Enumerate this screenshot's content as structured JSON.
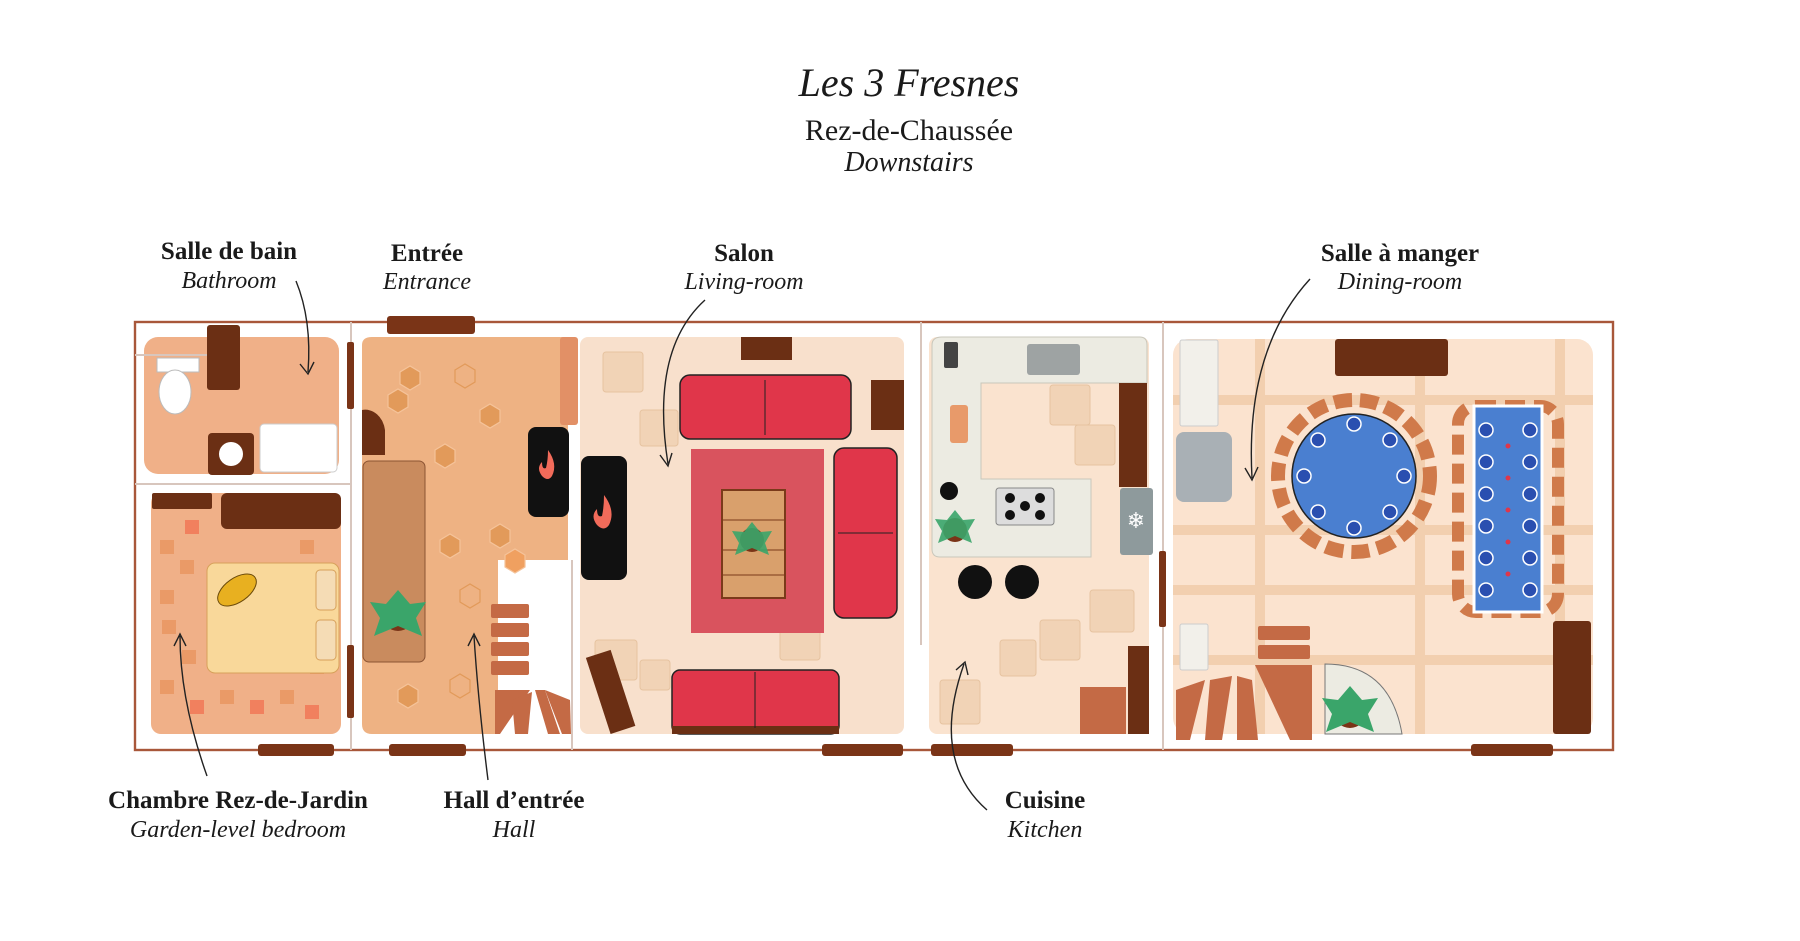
{
  "header": {
    "title": "Les 3 Fresnes",
    "floor_fr": "Rez-de-Chaussée",
    "floor_en": "Downstairs"
  },
  "rooms": {
    "bathroom": {
      "fr": "Salle de bain",
      "en": "Bathroom"
    },
    "entrance": {
      "fr": "Entrée",
      "en": "Entrance"
    },
    "living": {
      "fr": "Salon",
      "en": "Living-room"
    },
    "dining": {
      "fr": "Salle à manger",
      "en": "Dining-room"
    },
    "bedroom": {
      "fr": "Chambre Rez-de-Jardin",
      "en": "Garden-level bedroom"
    },
    "hall": {
      "fr": "Hall d’entrée",
      "en": "Hall"
    },
    "kitchen": {
      "fr": "Cuisine",
      "en": "Kitchen"
    }
  },
  "colors": {
    "wall": "#a8573a",
    "wood_dark": "#6b2f14",
    "sofa": "#e0364a",
    "rug": "#d9535e",
    "floor_warm": "#f0b088",
    "floor_light": "#f8e0cc",
    "table_blue": "#4a7fd0",
    "counter": "#ecebe2",
    "plant": "#3aa56a"
  }
}
